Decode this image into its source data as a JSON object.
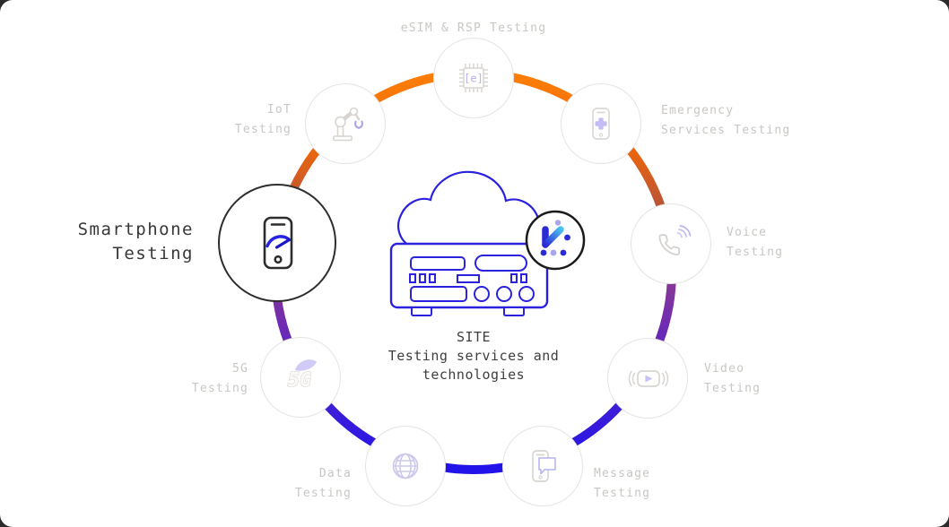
{
  "diagram": {
    "center": {
      "title": "SITE",
      "subtitle_lines": [
        "Testing services and",
        "technologies"
      ]
    },
    "nodes": {
      "esim": {
        "label": "eSIM & RSP Testing",
        "chip_text": "[e]"
      },
      "iot": {
        "lines": [
          "IoT",
          "Testing"
        ]
      },
      "emergency": {
        "lines": [
          "Emergency",
          "Services Testing"
        ]
      },
      "voice": {
        "lines": [
          "Voice",
          "Testing"
        ]
      },
      "video": {
        "lines": [
          "Video",
          "Testing"
        ]
      },
      "message": {
        "lines": [
          "Message",
          "Testing"
        ]
      },
      "data": {
        "lines": [
          "Data",
          "Testing"
        ]
      },
      "fiveg": {
        "lines": [
          "5G",
          "Testing"
        ],
        "badge_text": "5G"
      },
      "smartphone": {
        "lines": [
          "Smartphone",
          "Testing"
        ],
        "state": "active"
      }
    },
    "colors": {
      "ring_top_orange": "#fe7e05",
      "ring_rust": "#b0503f",
      "ring_purple": "#6e2bb4",
      "ring_bottom_blue": "#2113e9",
      "accent_periwinkle": "#b9b3f0",
      "accent_blue": "#2823dc",
      "logo_cyan": "#49c6f2",
      "label_muted": "#c9c7c3",
      "label_active": "#383838"
    }
  }
}
